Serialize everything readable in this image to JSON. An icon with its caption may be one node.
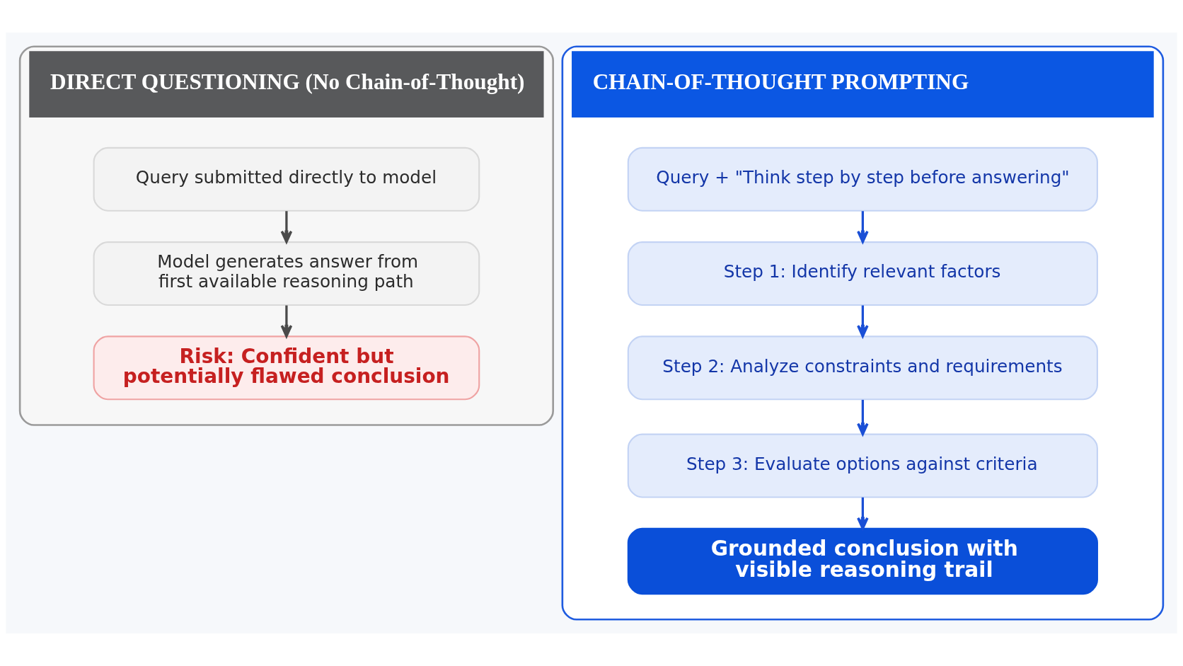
{
  "diagram": {
    "nodes": [
      {
        "text": [
          "DIRECT QUESTIONING (No Chain-of-Thought)"
        ]
      },
      {
        "text": [
          "Query submitted directly to model"
        ],
        "in": 0
      },
      {
        "text": [
          "Model generates answer from first available reasoning path"
        ],
        "in": 0
      },
      {
        "text": [
          "Risk: Confident but potentially flawed conclusion"
        ],
        "in": 0
      },
      {
        "text": [
          "CHAIN-OF-THOUGHT PROMPTING"
        ]
      },
      {
        "text": [
          "Query + \"Think step by step before answering\""
        ],
        "in": 4
      },
      {
        "text": [
          "Step 1: Identify relevant factors"
        ],
        "in": 4
      },
      {
        "text": [
          "Step 2: Analyze constraints and requirements"
        ],
        "in": 4
      },
      {
        "text": [
          "Step 3: Evaluate options against criteria"
        ],
        "in": 4
      },
      {
        "text": [
          "Grounded conclusion with visible reasoning trail"
        ],
        "in": 4
      }
    ],
    "edges": [
      {
        "from": 1,
        "to": 2,
        "arrow": "to",
        "color": "#4a4a4a"
      },
      {
        "from": 2,
        "to": 3,
        "arrow": "to",
        "color": "#4a4a4a"
      },
      {
        "from": 5,
        "to": 6,
        "arrow": "to"
      },
      {
        "from": 6,
        "to": 7,
        "arrow": "to"
      },
      {
        "from": 7,
        "to": 8,
        "arrow": "to"
      },
      {
        "from": 8,
        "to": 9,
        "arrow": "to"
      }
    ]
  }
}
